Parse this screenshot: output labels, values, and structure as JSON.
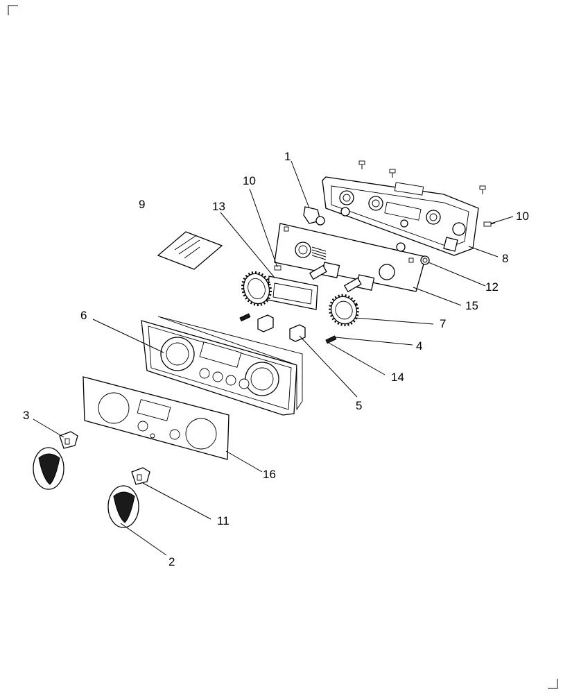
{
  "diagram": {
    "callouts": [
      {
        "id": "c1",
        "label": "1"
      },
      {
        "id": "c2",
        "label": "2"
      },
      {
        "id": "c3",
        "label": "3"
      },
      {
        "id": "c4",
        "label": "4"
      },
      {
        "id": "c5",
        "label": "5"
      },
      {
        "id": "c6",
        "label": "6"
      },
      {
        "id": "c7",
        "label": "7"
      },
      {
        "id": "c8",
        "label": "8"
      },
      {
        "id": "c9",
        "label": "9"
      },
      {
        "id": "c10a",
        "label": "10"
      },
      {
        "id": "c10b",
        "label": "10"
      },
      {
        "id": "c11",
        "label": "11"
      },
      {
        "id": "c12",
        "label": "12"
      },
      {
        "id": "c13",
        "label": "13"
      },
      {
        "id": "c14",
        "label": "14"
      },
      {
        "id": "c15",
        "label": "15"
      },
      {
        "id": "c16",
        "label": "16"
      }
    ]
  }
}
